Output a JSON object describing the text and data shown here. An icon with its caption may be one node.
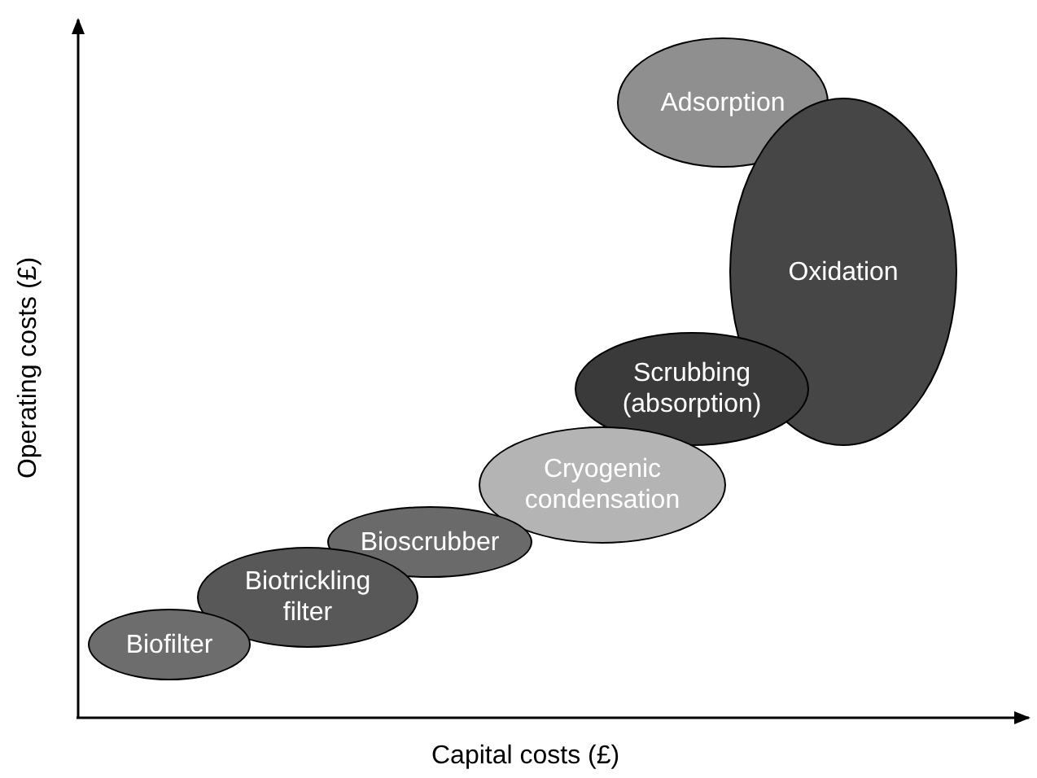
{
  "diagram": {
    "nodes": [
      {
        "text": [
          "Adsorption"
        ]
      },
      {
        "text": [
          "Oxidation"
        ]
      },
      {
        "text": [
          "Scrubbing (absorption)"
        ]
      },
      {
        "text": [
          "Cryogenic condensation"
        ]
      },
      {
        "text": [
          "Bioscrubber"
        ]
      },
      {
        "text": [
          "Biotrickling filter"
        ]
      },
      {
        "text": [
          "Biofilter"
        ]
      }
    ],
    "edges": [],
    "labels": [
      "Operating costs (£)",
      "Capital costs (£)"
    ]
  }
}
